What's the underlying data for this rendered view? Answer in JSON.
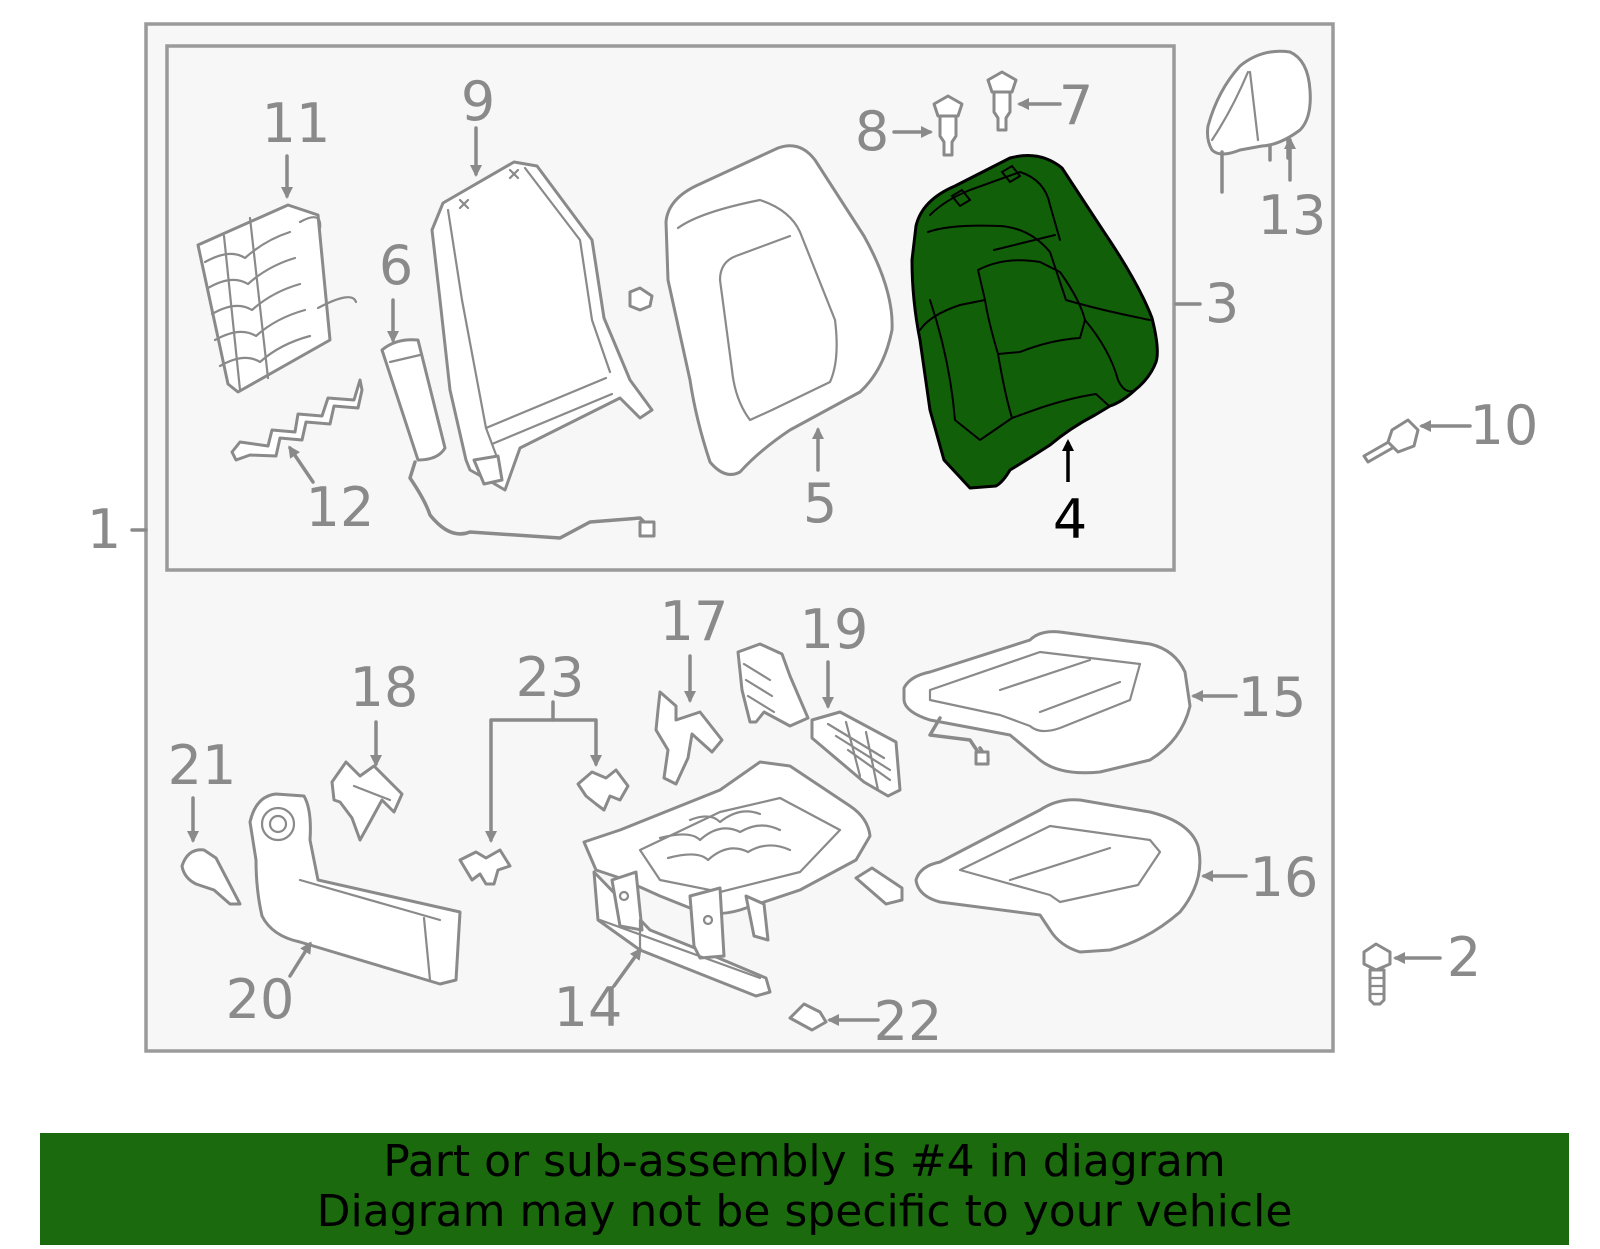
{
  "diagram": {
    "highlighted_part": "4",
    "highlight_color": "#125f0a",
    "line_color": "#8a8a8a",
    "callouts": {
      "c1": "1",
      "c2": "2",
      "c3": "3",
      "c4": "4",
      "c5": "5",
      "c6": "6",
      "c7": "7",
      "c8": "8",
      "c9": "9",
      "c10": "10",
      "c11": "11",
      "c12": "12",
      "c13": "13",
      "c14": "14",
      "c15": "15",
      "c16": "16",
      "c17": "17",
      "c18": "18",
      "c19": "19",
      "c20": "20",
      "c21": "21",
      "c22": "22",
      "c23": "23"
    }
  },
  "banner": {
    "background": "#1b6a0e",
    "line1": "Part or sub-assembly is #4 in diagram",
    "line2": "Diagram may not be specific to your vehicle"
  }
}
